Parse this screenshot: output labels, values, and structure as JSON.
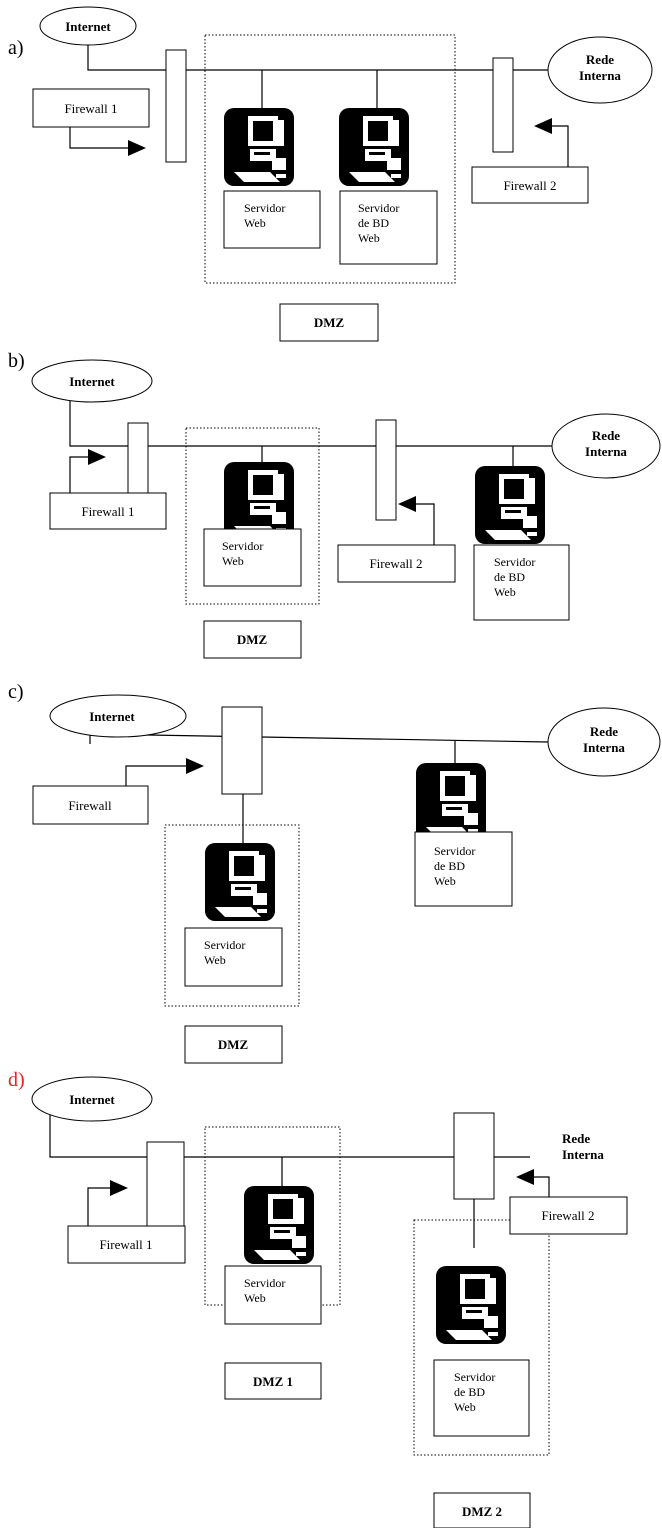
{
  "panels": [
    {
      "label": "a)",
      "label_color": "#000000",
      "internet": "Internet",
      "rede": [
        "Rede",
        "Interna"
      ],
      "firewall1": "Firewall 1",
      "firewall2": "Firewall 2",
      "servidor_web": [
        "Servidor",
        "Web"
      ],
      "servidor_bd": [
        "Servidor",
        "de BD",
        "Web"
      ],
      "dmz": "DMZ"
    },
    {
      "label": "b)",
      "label_color": "#000000",
      "internet": "Internet",
      "rede": [
        "Rede",
        "Interna"
      ],
      "firewall1": "Firewall 1",
      "firewall2": "Firewall 2",
      "servidor_web": [
        "Servidor",
        "Web"
      ],
      "servidor_bd": [
        "Servidor",
        "de BD",
        "Web"
      ],
      "dmz": "DMZ"
    },
    {
      "label": "c)",
      "label_color": "#000000",
      "internet": "Internet",
      "rede": [
        "Rede",
        "Interna"
      ],
      "firewall": "Firewall",
      "servidor_web": [
        "Servidor",
        "Web"
      ],
      "servidor_bd": [
        "Servidor",
        "de BD",
        "Web"
      ],
      "dmz": "DMZ"
    },
    {
      "label": "d)",
      "label_color": "#e8221b",
      "internet": "Internet",
      "rede": [
        "Rede",
        "Interna"
      ],
      "firewall1": "Firewall 1",
      "firewall2": "Firewall 2",
      "servidor_web": [
        "Servidor",
        "Web"
      ],
      "servidor_bd": [
        "Servidor",
        "de BD",
        "Web"
      ],
      "dmz1": "DMZ 1",
      "dmz2": "DMZ 2"
    }
  ]
}
